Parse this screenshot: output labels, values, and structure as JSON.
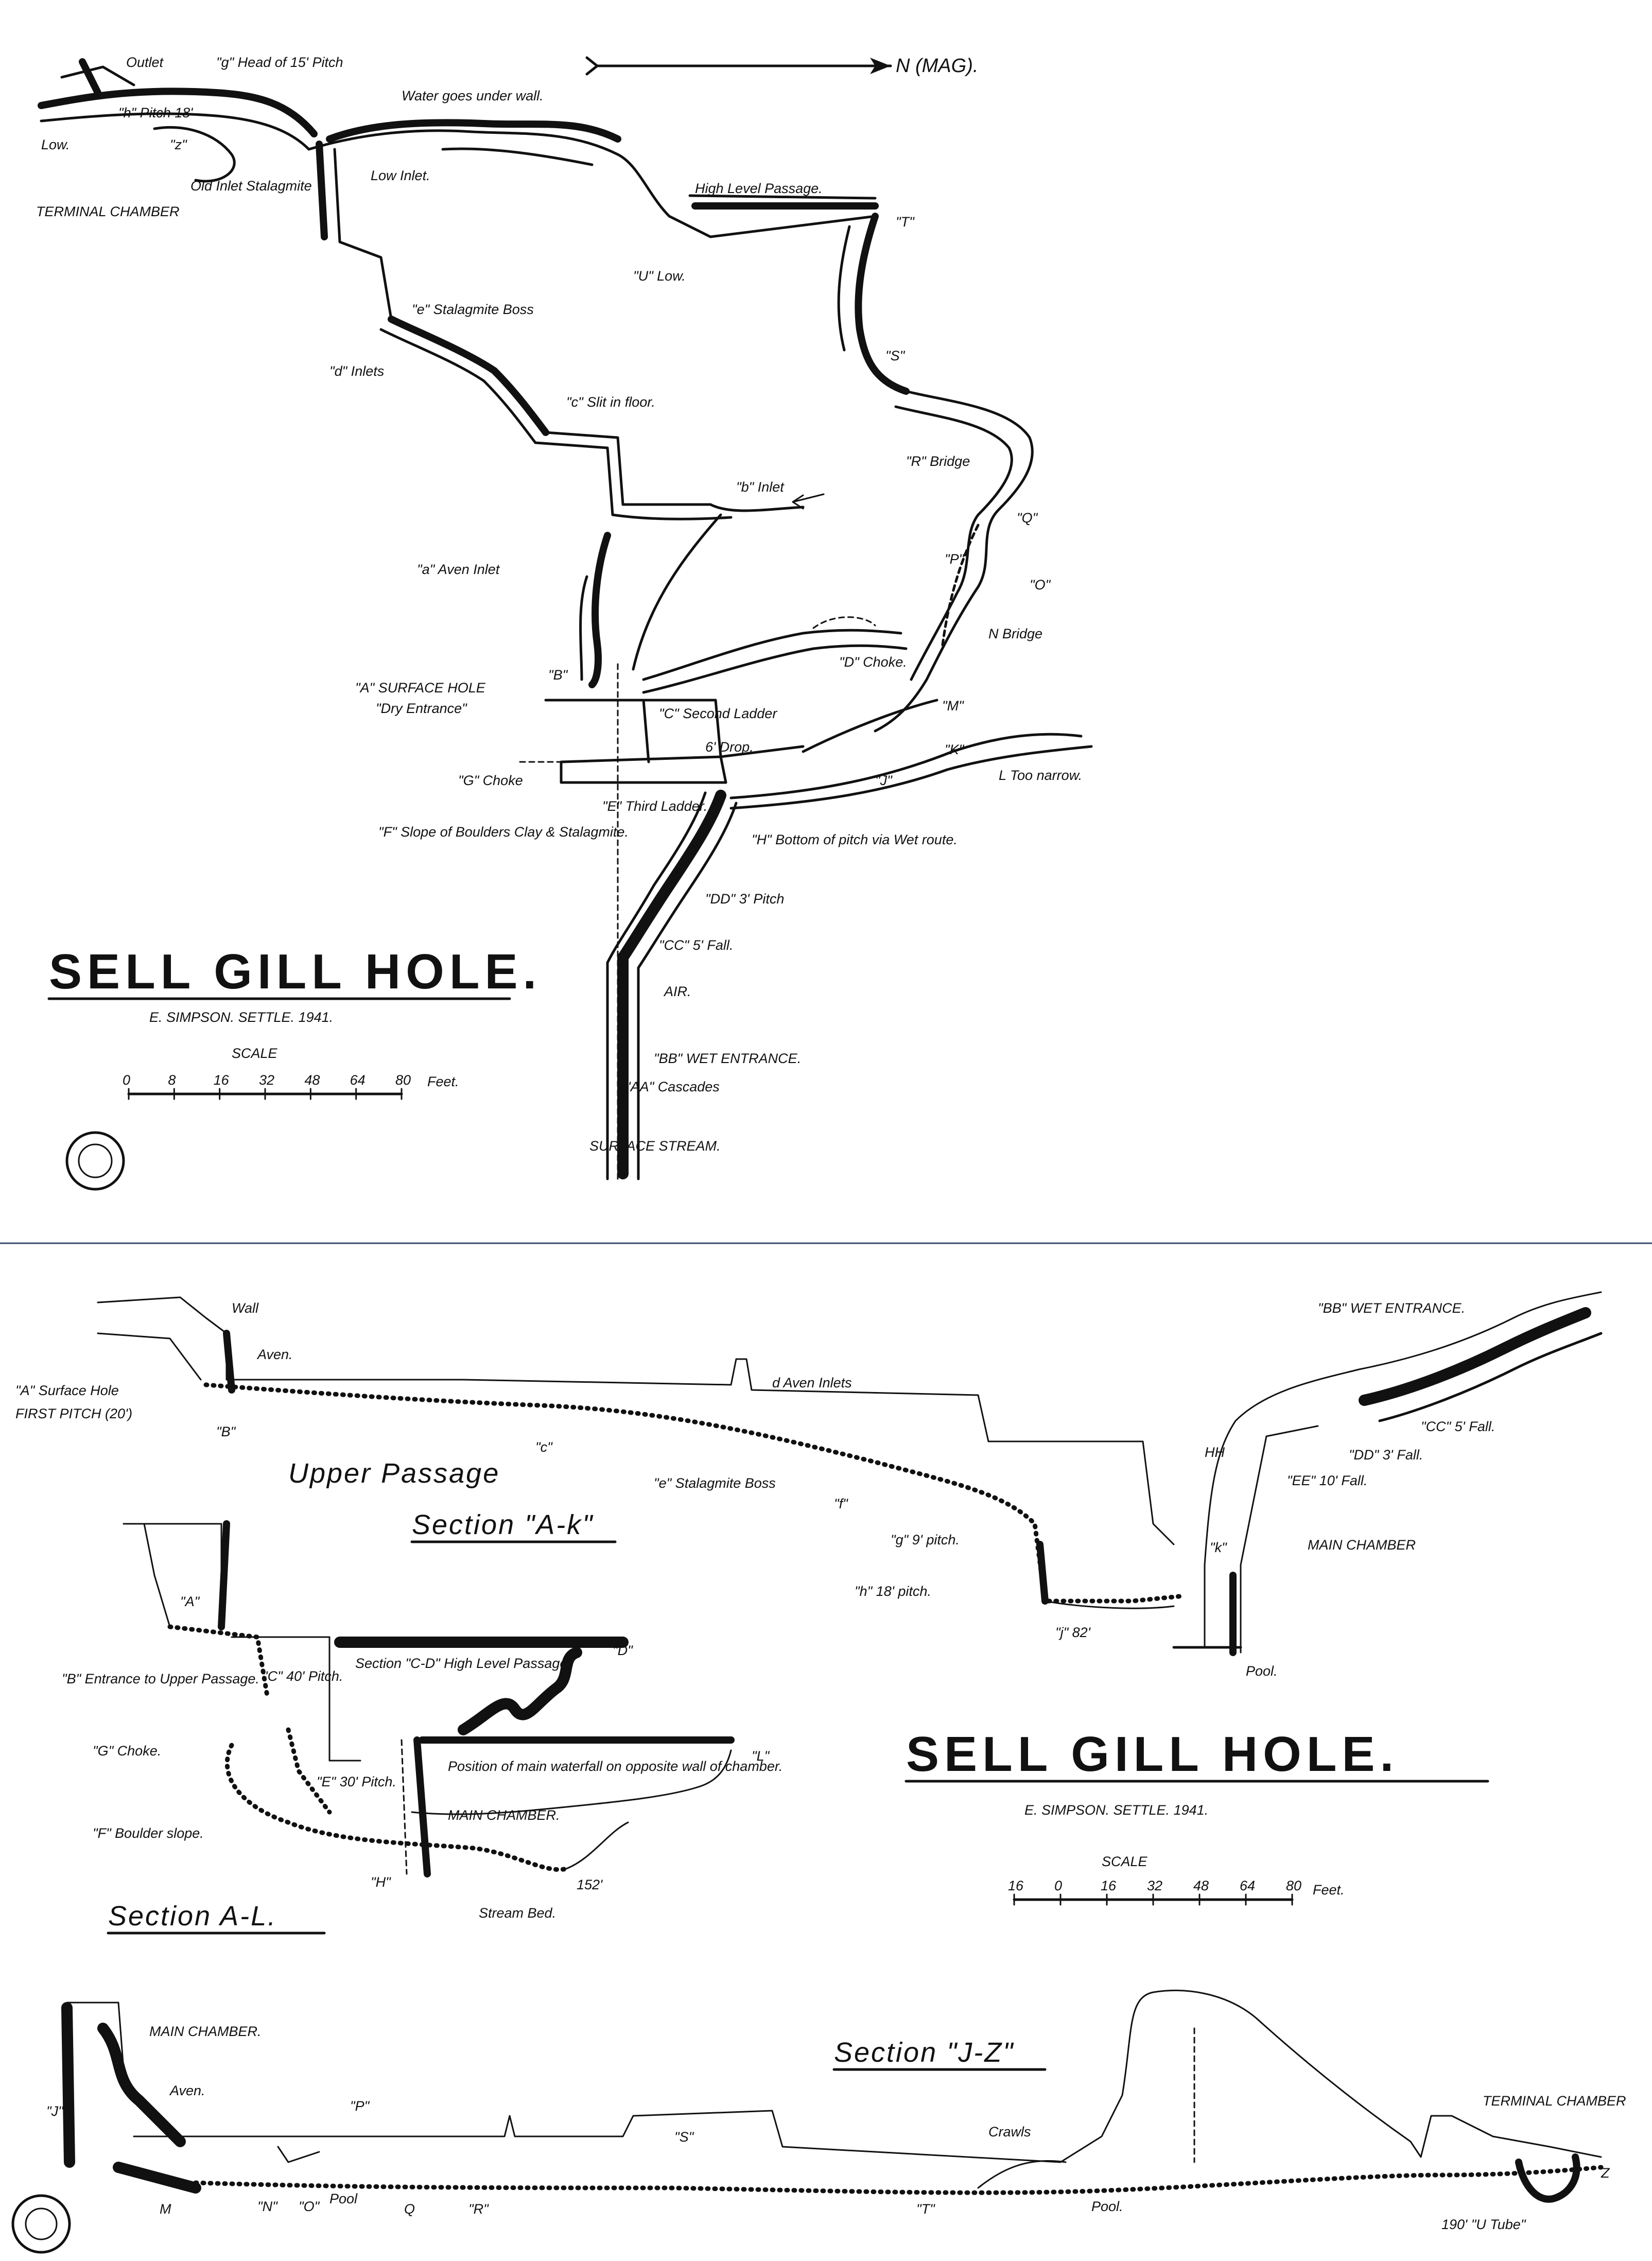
{
  "plan": {
    "north": "N (MAG).",
    "title": "SELL GILL HOLE.",
    "author": "E. SIMPSON. SETTLE. 1941.",
    "scale_label": "SCALE",
    "scale_ticks": [
      "0",
      "8",
      "16",
      "32",
      "48",
      "64",
      "80"
    ],
    "scale_unit": "Feet.",
    "labels": {
      "outlet": "Outlet",
      "g_head": "\"g\" Head of 15' Pitch",
      "h_pitch": "\"h\" Pitch 18'",
      "low": "Low.",
      "z": "\"z\"",
      "terminal": "TERMINAL CHAMBER",
      "old_inlet": "Old Inlet Stalagmite",
      "water_goes": "Water goes under wall.",
      "low_inlet": "Low Inlet.",
      "high_level": "High Level Passage.",
      "t": "\"T\"",
      "u_low": "\"U\" Low.",
      "e_boss": "\"e\" Stalagmite Boss",
      "d_inlets": "\"d\" Inlets",
      "s": "\"S\"",
      "c_slit": "\"c\" Slit in floor.",
      "r_bridge": "\"R\" Bridge",
      "b_inlet": "\"b\" Inlet",
      "q": "\"Q\"",
      "a_aven": "\"a\" Aven Inlet",
      "p": "\"P\"",
      "o": "\"O\"",
      "n_bridge": "N Bridge",
      "d_choke": "\"D\" Choke.",
      "b_upper": "\"B\"",
      "a_surface": "\"A\" SURFACE HOLE",
      "dry_entrance": "\"Dry Entrance\"",
      "c_second": "\"C\" Second Ladder",
      "m": "\"M\"",
      "six_drop": "6' Drop.",
      "k": "\"K\"",
      "g_choke": "\"G\" Choke",
      "e_third": "\"E\" Third Ladder.",
      "j": "\"J\"",
      "l_narrow": "L Too narrow.",
      "f_slope": "\"F\" Slope of Boulders Clay & Stalagmite.",
      "h_bottom": "\"H\" Bottom of pitch via Wet route.",
      "dd_pitch": "\"DD\" 3' Pitch",
      "cc_fall": "\"CC\" 5' Fall.",
      "air": "AIR.",
      "bb_wet": "\"BB\" WET ENTRANCE.",
      "aa_cascades": "\"AA\" Cascades",
      "surface_stream": "SURFACE STREAM."
    }
  },
  "sections": {
    "title": "SELL GILL HOLE.",
    "author": "E. SIMPSON. SETTLE. 1941.",
    "scale_label": "SCALE",
    "scale_ticks": [
      "16",
      "0",
      "16",
      "32",
      "48",
      "64",
      "80"
    ],
    "scale_unit": "Feet.",
    "upper_title": "Upper Passage",
    "upper_subtitle": "Section \"A-k\"",
    "al_title": "Section A-L.",
    "jz_title": "Section \"J-Z\"",
    "labels": {
      "wall": "Wall",
      "aven": "Aven.",
      "a_surface": "\"A\" Surface Hole",
      "first_pitch": "FIRST PITCH (20')",
      "b": "\"B\"",
      "c": "\"c\"",
      "d_aven": "d Aven Inlets",
      "e_boss": "\"e\" Stalagmite Boss",
      "f": "\"f\"",
      "g9": "\"g\" 9' pitch.",
      "h18": "\"h\" 18' pitch.",
      "j82": "\"j\" 82'",
      "k": "\"k\"",
      "hh": "HH",
      "bb_wet": "\"BB\" WET ENTRANCE.",
      "cc": "\"CC\" 5' Fall.",
      "dd": "\"DD\" 3' Fall.",
      "ee": "\"EE\" 10' Fall.",
      "main_chamber": "MAIN CHAMBER",
      "pool": "Pool.",
      "al_a": "\"A\"",
      "al_b": "\"B\" Entrance to Upper Passage.",
      "al_c": "\"C\" 40' Pitch.",
      "cd_section": "Section \"C-D\" High Level Passage.",
      "al_d": "\"D\"",
      "al_g": "\"G\" Choke.",
      "al_e": "\"E\" 30' Pitch.",
      "waterfall": "Position of main waterfall on opposite wall of chamber.",
      "al_main": "MAIN CHAMBER.",
      "al_l": "\"L\"",
      "al_f": "\"F\" Boulder slope.",
      "al_h": "\"H\"",
      "d152": "152'",
      "stream_bed": "Stream Bed.",
      "jz_main": "MAIN CHAMBER.",
      "jz_aven": "Aven.",
      "jz_j": "\"J\"",
      "jz_p": "\"P\"",
      "jz_s": "\"S\"",
      "crawls": "Crawls",
      "jz_terminal": "TERMINAL CHAMBER",
      "jz_z": "Z",
      "jz_m": "M",
      "jz_n": "\"N\"",
      "jz_o": "\"O\"",
      "jz_pool": "Pool",
      "jz_q": "Q",
      "jz_r": "\"R\"",
      "jz_t": "\"T\"",
      "jz_pool2": "Pool.",
      "u_tube": "190' \"U Tube\""
    }
  }
}
